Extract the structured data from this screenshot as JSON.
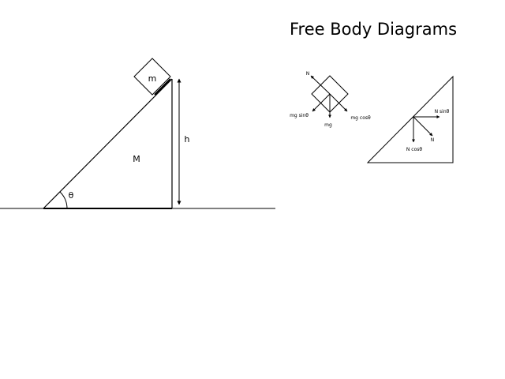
{
  "title": "Free Body Diagrams",
  "main_setup": {
    "block_label": "m",
    "wedge_label": "M",
    "height_label": "h",
    "angle_label": "θ"
  },
  "block_fbd": {
    "normal_label": "N",
    "weight_label": "mg",
    "parallel_label": "mg sinθ",
    "perpendicular_label": "mg cosθ"
  },
  "wedge_fbd": {
    "normal_label": "N",
    "horizontal_label": "N sinθ",
    "vertical_label": "N cosθ"
  },
  "colors": {
    "stroke": "#000000",
    "background": "#ffffff"
  }
}
